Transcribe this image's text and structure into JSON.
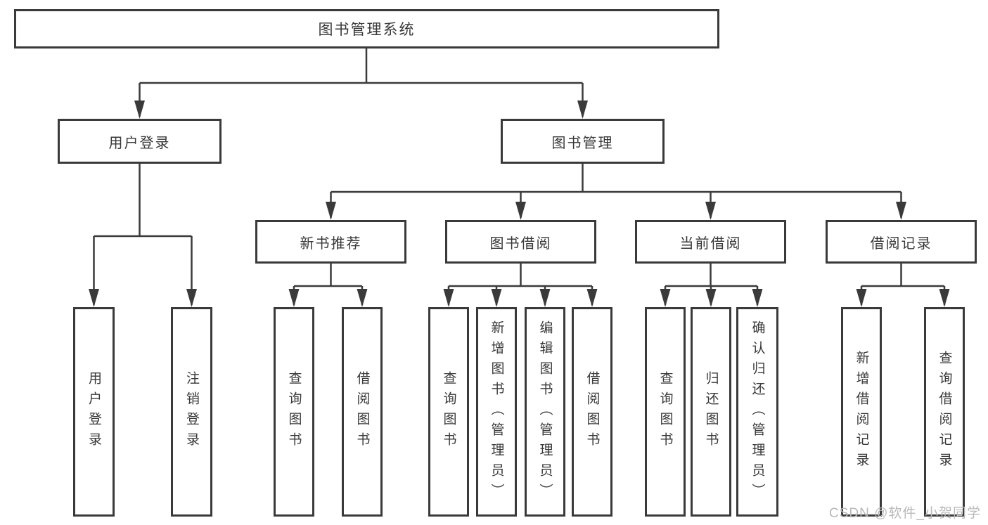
{
  "diagram": {
    "root": {
      "label": "图书管理系统"
    },
    "branches": [
      {
        "label": "用户登录",
        "children": [
          {
            "label": "用户登录"
          },
          {
            "label": "注销登录"
          }
        ]
      },
      {
        "label": "图书管理",
        "groups": [
          {
            "label": "新书推荐",
            "children": [
              {
                "label": "查询图书"
              },
              {
                "label": "借阅图书"
              }
            ]
          },
          {
            "label": "图书借阅",
            "children": [
              {
                "label": "查询图书"
              },
              {
                "label": "新增图书（管理员）"
              },
              {
                "label": "编辑图书（管理员）"
              },
              {
                "label": "借阅图书"
              }
            ]
          },
          {
            "label": "当前借阅",
            "children": [
              {
                "label": "查询图书"
              },
              {
                "label": "归还图书"
              },
              {
                "label": "确认归还（管理员）"
              }
            ]
          },
          {
            "label": "借阅记录",
            "children": [
              {
                "label": "新增借阅记录"
              },
              {
                "label": "查询借阅记录"
              }
            ]
          }
        ]
      }
    ]
  },
  "watermark": {
    "text": "CSDN @软件_小贺同学"
  },
  "colors": {
    "line": "#3a3a3a",
    "text": "#383838",
    "watermark": "#b9b9b9",
    "background": "#ffffff"
  }
}
